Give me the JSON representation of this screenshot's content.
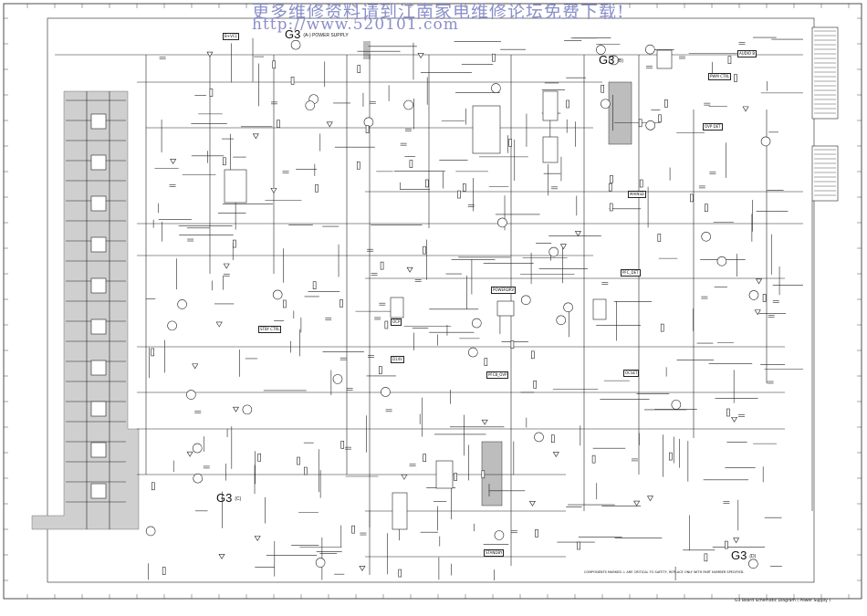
{
  "watermark": {
    "line1": "更多维修资料请到江南家电维修论坛免费下载!",
    "line2": "http://www.520101.com"
  },
  "sections": {
    "top_label": "G3",
    "top_sub": "(A-) POWER SUPPLY",
    "top_right_label": "G3",
    "top_right_sub": "(B)",
    "bottom_left_label": "G3",
    "bottom_left_sub": "(C)",
    "bottom_right_label": "G3",
    "bottom_right_sub": "(D)"
  },
  "blocks": {
    "powerdrv": "POWERDRV",
    "pfc_det": "PFC_DET",
    "ocp": "OCP",
    "pfc_ovp": "PFCB_OVP",
    "ocset": "OCSET",
    "standby": "STANDBY",
    "mainsd": "MAINSD",
    "stby_ctrl": "STBY CTRL",
    "pwm_ctrl": "PWM CTRL",
    "ovp_det": "OVP DET",
    "audio_b": "AUDIO B",
    "d14v": "D14V",
    "b_vcc": "B+VCC"
  },
  "footer": {
    "caption": "G3 Board Schematic Diagram ( Power Supply )",
    "note": "COMPONENTS MARKED ⚠ ARE CRITICAL TO SAFETY, REPLACE ONLY WITH PART NUMBER SPECIFIED."
  },
  "colors": {
    "line": "#222222",
    "shade": "#cfcfcf",
    "watermark": "#8a8fc9"
  }
}
